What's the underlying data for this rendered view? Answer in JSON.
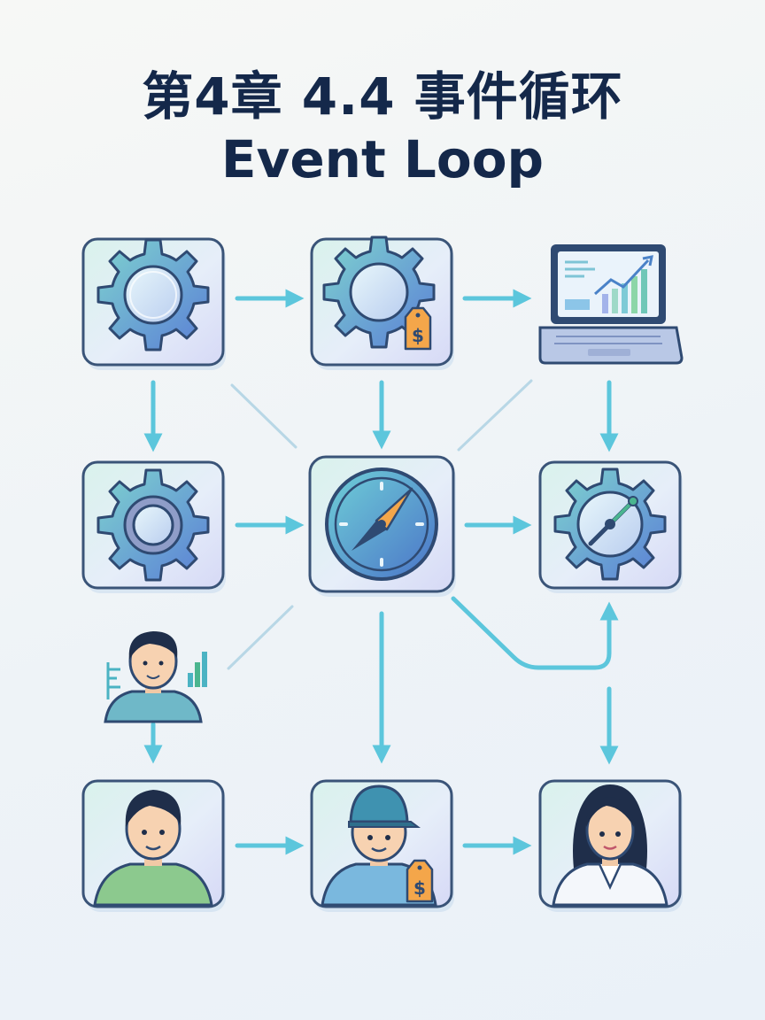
{
  "title": {
    "line1": "第4章 4.4 事件循环",
    "line2": "Event Loop"
  },
  "colors": {
    "title": "#14284a",
    "arrow": "#5cc6dc",
    "tile_border": "#3a5478",
    "tile_fill_top": "#d9f0ee",
    "tile_fill_bottom": "#d8ddf6",
    "gear_fill": "#6aa9d8",
    "tag_fill": "#f4a64a"
  },
  "nodes": [
    {
      "id": "gear-top-left",
      "icon": "gear-icon"
    },
    {
      "id": "gear-price",
      "icon": "gear-with-price-tag-icon",
      "tag": "$"
    },
    {
      "id": "laptop-chart",
      "icon": "laptop-chart-icon"
    },
    {
      "id": "gear-ring",
      "icon": "gear-icon"
    },
    {
      "id": "compass-center",
      "icon": "compass-icon"
    },
    {
      "id": "gear-compass",
      "icon": "gear-compass-icon"
    },
    {
      "id": "person-measure",
      "icon": "person-icon"
    },
    {
      "id": "person-man",
      "icon": "person-icon"
    },
    {
      "id": "person-cap",
      "icon": "person-cap-icon",
      "tag": "$"
    },
    {
      "id": "person-woman",
      "icon": "person-woman-icon"
    }
  ]
}
